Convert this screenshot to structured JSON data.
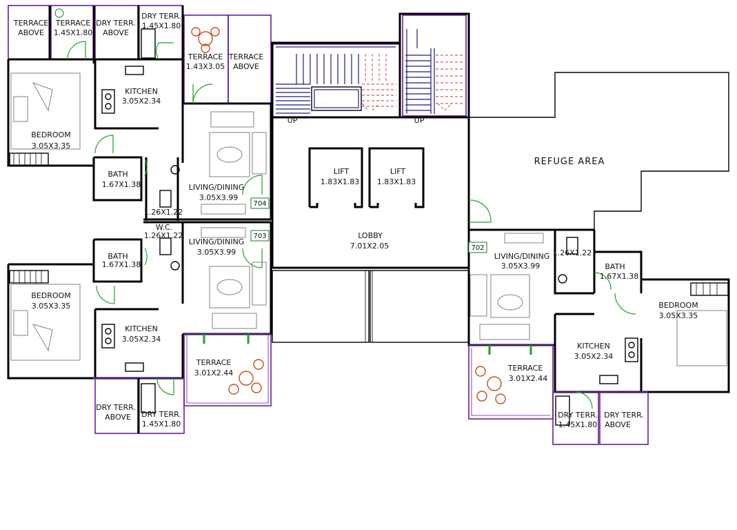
{
  "rooms": {
    "terrace_above_tl": {
      "name": "TERRACE",
      "name2": "ABOVE",
      "dim": ""
    },
    "terrace_tl": {
      "name": "TERRACE",
      "dim": "1.45X1.80"
    },
    "dry_terr_above_top": {
      "name": "DRY TERR.",
      "name2": "ABOVE"
    },
    "dry_terr_top": {
      "name": "DRY TERR.",
      "dim": "1.45X1.80"
    },
    "terrace_top": {
      "name": "TERRACE",
      "dim": "1.43X3.05"
    },
    "terrace_above_top": {
      "name": "TERRACE",
      "name2": "ABOVE"
    },
    "kitchen_tl": {
      "name": "KITCHEN",
      "dim": "3.05X2.34"
    },
    "bedroom_tl": {
      "name": "BEDROOM",
      "dim": "3.05X3.35"
    },
    "bath_tl": {
      "name": "BATH",
      "dim": "1.67X1.38"
    },
    "living_704": {
      "name": "LIVING/DINING",
      "dim": "3.05X3.99"
    },
    "wc_704": {
      "dim": "1.26X1.22"
    },
    "wc_703": {
      "name": "W.C.",
      "dim": "1.26X1.22"
    },
    "living_703": {
      "name": "LIVING/DINING",
      "dim": "3.05X3.99"
    },
    "bath_bl": {
      "name": "BATH",
      "dim": "1.67X1.38"
    },
    "bedroom_bl": {
      "name": "BEDROOM",
      "dim": "3.05X3.35"
    },
    "kitchen_bl": {
      "name": "KITCHEN",
      "dim": "3.05X2.34"
    },
    "terrace_bl": {
      "name": "TERRACE",
      "dim": "3.01X2.44"
    },
    "dry_terr_above_bl": {
      "name": "DRY TERR.",
      "name2": "ABOVE"
    },
    "dry_terr_bl": {
      "name": "DRY TERR.",
      "dim": "1.45X1.80"
    },
    "lift1": {
      "name": "LIFT",
      "dim": "1.83X1.83"
    },
    "lift2": {
      "name": "LIFT",
      "dim": "1.83X1.83"
    },
    "lobby": {
      "name": "LOBBY",
      "dim": "7.01X2.05"
    },
    "refuge": {
      "name": "REFUGE  AREA"
    },
    "living_702": {
      "name": "LIVING/DINING",
      "dim": "3.05X3.99"
    },
    "wc_702": {
      "dim": "1.26X1.22"
    },
    "bath_r": {
      "name": "BATH",
      "dim": "1.67X1.38"
    },
    "bedroom_r": {
      "name": "BEDROOM",
      "dim": "3.05X3.35"
    },
    "kitchen_r": {
      "name": "KITCHEN",
      "dim": "3.05X2.34"
    },
    "terrace_r": {
      "name": "TERRACE",
      "dim": "3.01X2.44"
    },
    "dry_terr_r": {
      "name": "DRY TERR.",
      "dim": "1.45X1.80"
    },
    "dry_terr_above_r": {
      "name": "DRY TERR.",
      "name2": "ABOVE"
    }
  },
  "stairs": {
    "up1": "UP",
    "up2": "UP"
  },
  "units": {
    "u704": "704",
    "u703": "703",
    "u702": "702"
  }
}
